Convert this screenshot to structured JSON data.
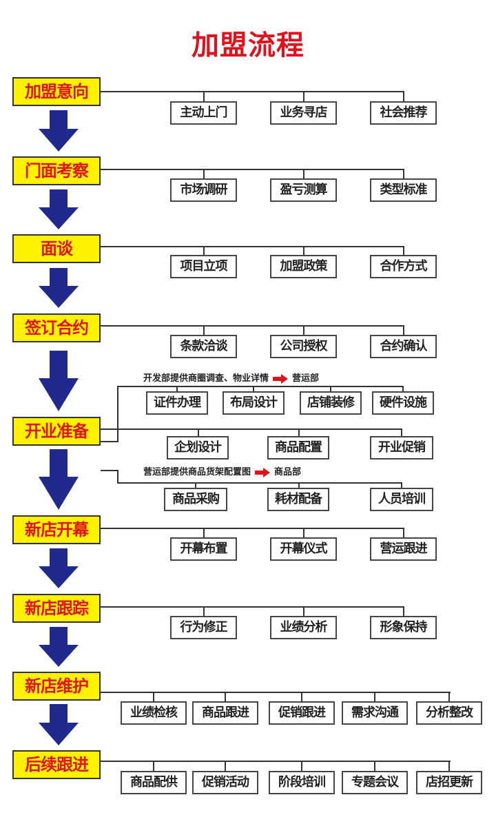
{
  "title": "加盟流程",
  "colors": {
    "stage_fill": "#fff200",
    "stage_text": "#e1121b",
    "arrow": "#1f2a8c",
    "title": "#e1121b"
  },
  "stages": [
    {
      "label": "加盟意向",
      "items": [
        "主动上门",
        "业务寻店",
        "社会推荐"
      ]
    },
    {
      "label": "门面考察",
      "items": [
        "市场调研",
        "盈亏测算",
        "类型标准"
      ]
    },
    {
      "label": "面谈",
      "items": [
        "项目立项",
        "加盟政策",
        "合作方式"
      ]
    },
    {
      "label": "签订合约",
      "items": [
        "条款洽谈",
        "公司授权",
        "合约确认"
      ]
    },
    {
      "label": "开业准备",
      "note_top": {
        "text": "开发部提供商圈调查、物业详情",
        "target": "营运部"
      },
      "items_top": [
        "证件办理",
        "布局设计",
        "店铺装修",
        "硬件设施"
      ],
      "items": [
        "企划设计",
        "商品配置",
        "开业促销"
      ],
      "note_bottom": {
        "text": "营运部提供商品货架配置图",
        "target": "商品部"
      },
      "items_bottom": [
        "商品采购",
        "耗材配备",
        "人员培训"
      ]
    },
    {
      "label": "新店开幕",
      "items": [
        "开幕布置",
        "开幕仪式",
        "营运跟进"
      ]
    },
    {
      "label": "新店跟踪",
      "items": [
        "行为修正",
        "业绩分析",
        "形象保持"
      ]
    },
    {
      "label": "新店维护",
      "items": [
        "业绩检核",
        "商品跟进",
        "促销跟进",
        "需求沟通",
        "分析整改"
      ]
    },
    {
      "label": "后续跟进",
      "items": [
        "商品配供",
        "促销活动",
        "阶段培训",
        "专题会议",
        "店招更新"
      ]
    }
  ]
}
